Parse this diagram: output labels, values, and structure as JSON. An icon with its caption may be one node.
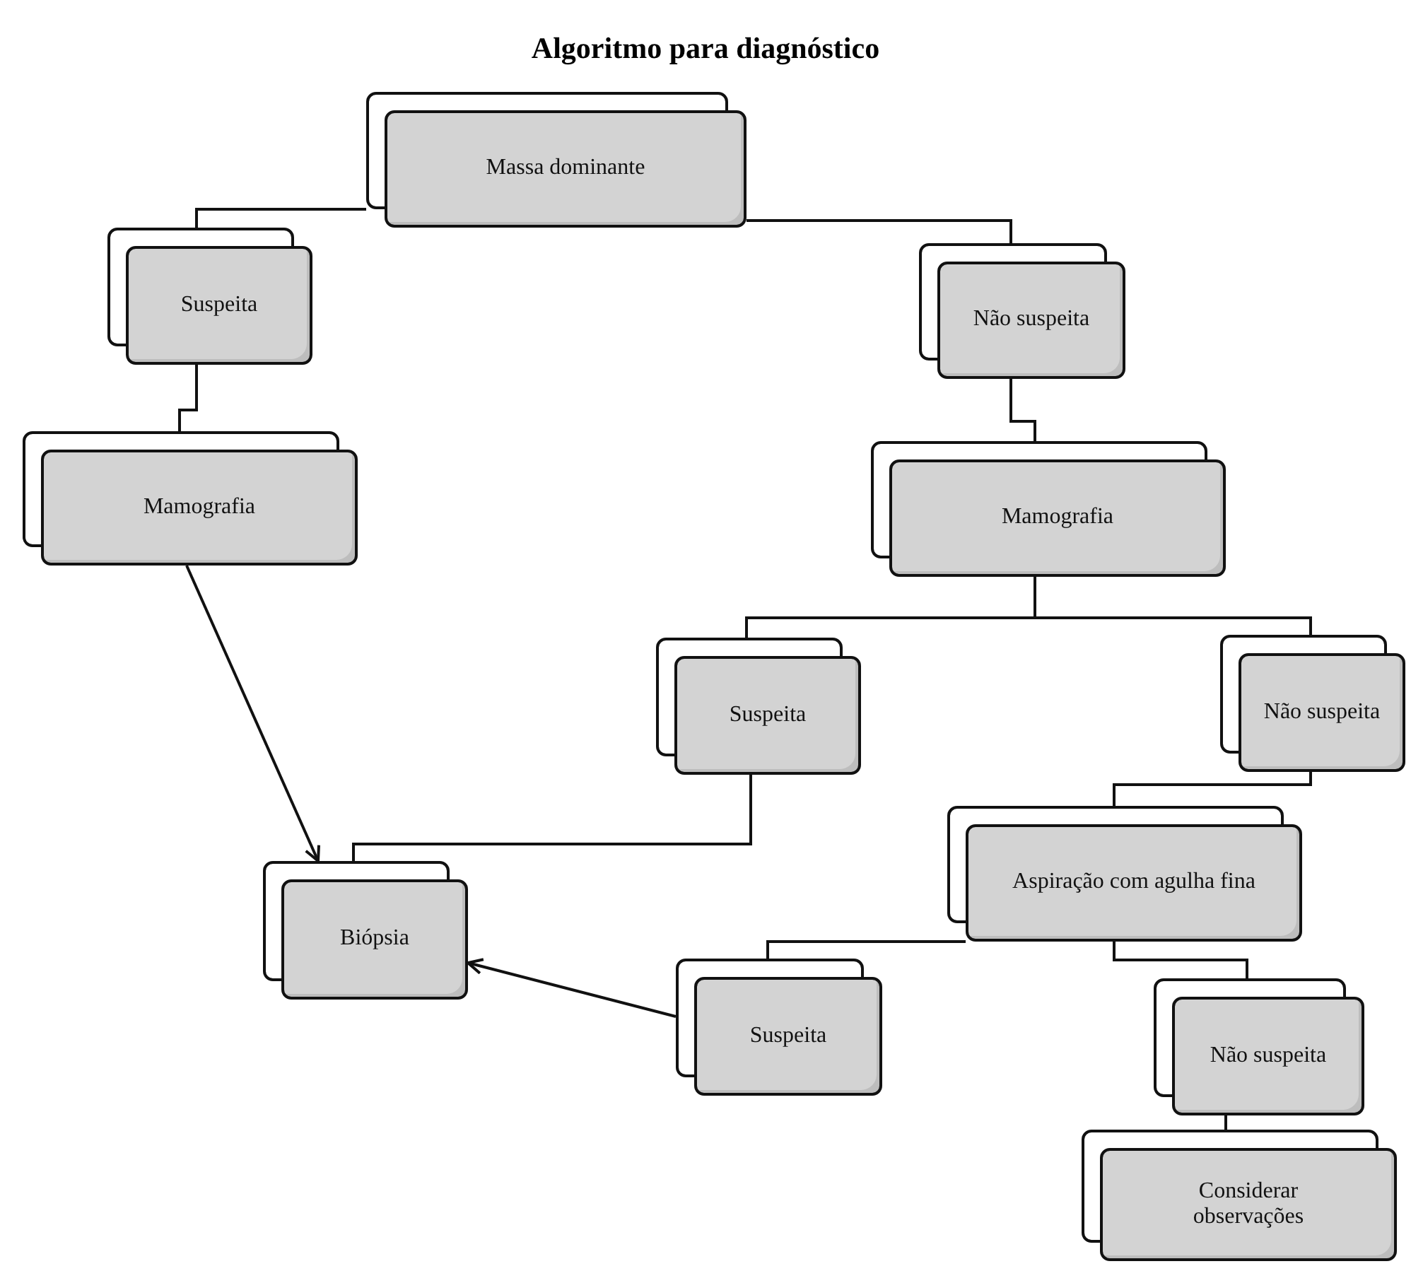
{
  "diagram": {
    "title": "Algoritmo para diagnóstico",
    "nodes": [
      {
        "text": [
          "Massa dominante"
        ]
      },
      {
        "text": [
          "Suspeita"
        ]
      },
      {
        "text": [
          "Não suspeita"
        ]
      },
      {
        "text": [
          "Mamografia"
        ]
      },
      {
        "text": [
          "Mamografia"
        ]
      },
      {
        "text": [
          "Suspeita"
        ]
      },
      {
        "text": [
          "Não suspeita"
        ]
      },
      {
        "text": [
          "Aspiração com agulha fina"
        ]
      },
      {
        "text": [
          "Biópsia"
        ]
      },
      {
        "text": [
          "Suspeita"
        ]
      },
      {
        "text": [
          "Não suspeita"
        ]
      },
      {
        "text": [
          "Considerar observações"
        ]
      }
    ],
    "edges": [
      {
        "from": 0,
        "to": 1,
        "arrow": "none"
      },
      {
        "from": 0,
        "to": 2,
        "arrow": "none"
      },
      {
        "from": 1,
        "to": 3,
        "arrow": "none"
      },
      {
        "from": 2,
        "to": 4,
        "arrow": "none"
      },
      {
        "from": 3,
        "to": 8,
        "arrow": "to"
      },
      {
        "from": 4,
        "to": 5,
        "arrow": "none"
      },
      {
        "from": 4,
        "to": 6,
        "arrow": "none"
      },
      {
        "from": 5,
        "to": 8,
        "arrow": "none"
      },
      {
        "from": 6,
        "to": 7,
        "arrow": "none"
      },
      {
        "from": 7,
        "to": 9,
        "arrow": "none"
      },
      {
        "from": 7,
        "to": 10,
        "arrow": "none"
      },
      {
        "from": 9,
        "to": 8,
        "arrow": "to"
      },
      {
        "from": 10,
        "to": 11,
        "arrow": "none"
      }
    ]
  }
}
